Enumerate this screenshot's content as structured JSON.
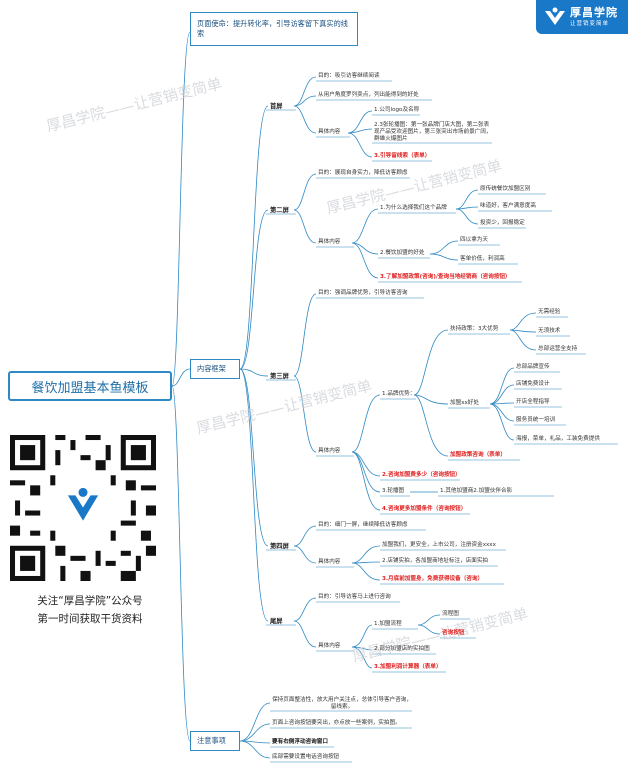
{
  "logo": {
    "name": "厚昌学院",
    "slogan": "让营销变简单"
  },
  "root": "餐饮加盟基本鱼模板",
  "watermark": "厚昌学院——让营销变简单",
  "qr_caption": [
    "关注“厚昌学院”公众号",
    "第一时间获取干货资料"
  ],
  "mission": {
    "label": "页面使命：提升转化率，引导访客留下真实的线索"
  },
  "framework": {
    "label": "内容框架",
    "screens": {
      "s1": {
        "name": "首屏",
        "goal": "目的：吸引访客继续阅读",
        "view": "从用户角度罗列卖点，列出能得到的好处",
        "content": "具体内容",
        "items": [
          "1.公司logo及名称",
          "2.3张轮播图：第一张品牌门店大图，第二张表现产品受欢迎图片，第三张突出市场前景广阔，群雄火爆图片",
          "3.引导留线索（表单）"
        ]
      },
      "s2": {
        "name": "第二屏",
        "goal": "目的：展现自身实力，降低访客顾虑",
        "content": "具体内容",
        "q1": "1.为什么选择我们这个品牌",
        "q1items": [
          "原传统餐饮加盟区别",
          "味道好，客户满意度高",
          "投资少，回报稳定"
        ],
        "q2": "2.餐饮加盟的好处",
        "q2items": [
          "四以拿为天",
          "客单价低，利润高"
        ],
        "q3": "3.了解加盟政策(咨询)/查询当地经销商（咨询按钮）"
      },
      "s3": {
        "name": "第三屏",
        "goal": "目的：强调品牌优势，引导访客咨询",
        "content": "具体内容",
        "adv": "1.品牌优势：",
        "support": "扶持政策：3大优势",
        "support_items": [
          "无需经验",
          "无须技术",
          "总部运营全支持"
        ],
        "join": "加盟xx好处",
        "join_items": [
          "总部品牌宣传",
          "店铺免费设计",
          "开店全程指导",
          "服务员统一培训",
          "海报，菜单，礼品，工装免费提供"
        ],
        "join_btn": "加盟政策咨询（表单）",
        "i2": "2.咨询加盟费多少（咨询按钮）",
        "i3": "3.轮播图",
        "i3sub": "1.其他加盟商2.加盟伙伴合影",
        "i4": "4.咨询更多加盟条件（咨询按钮）"
      },
      "s4": {
        "name": "第四屏",
        "goal": "目的：细门一屏，继续降低访客顾虑",
        "content": "具体内容",
        "items": [
          "加盟我们，更安全，上市公司，注册资金xxxx",
          "2.店铺实拍，各加盟商地址标注，店面实拍",
          "3.月底前加盟身，免费获得设备（咨询）"
        ]
      },
      "s5": {
        "name": "尾屏",
        "goal": "目的：引导访客马上进行咨询",
        "content": "具体内容",
        "i1": "1.加盟流程",
        "i1items": [
          "流程图",
          "咨询按钮"
        ],
        "i2": "2.部分加盟店的实拍图",
        "i3": "3.加盟利润计算器（表单）"
      }
    }
  },
  "notes": {
    "label": "注意事项",
    "items": [
      "保持页面整洁性，放大用户关注点，总体引导客户咨询，留线索。",
      "页面上咨询按钮要突出，亦点放一些案例，实拍图。",
      "要有右侧浮动咨询窗口",
      "底部需要设置电话咨询按钮"
    ]
  },
  "colors": {
    "accent": "#2e89c4",
    "highlight": "#e02020",
    "logo_bg": "#1a78c8"
  }
}
